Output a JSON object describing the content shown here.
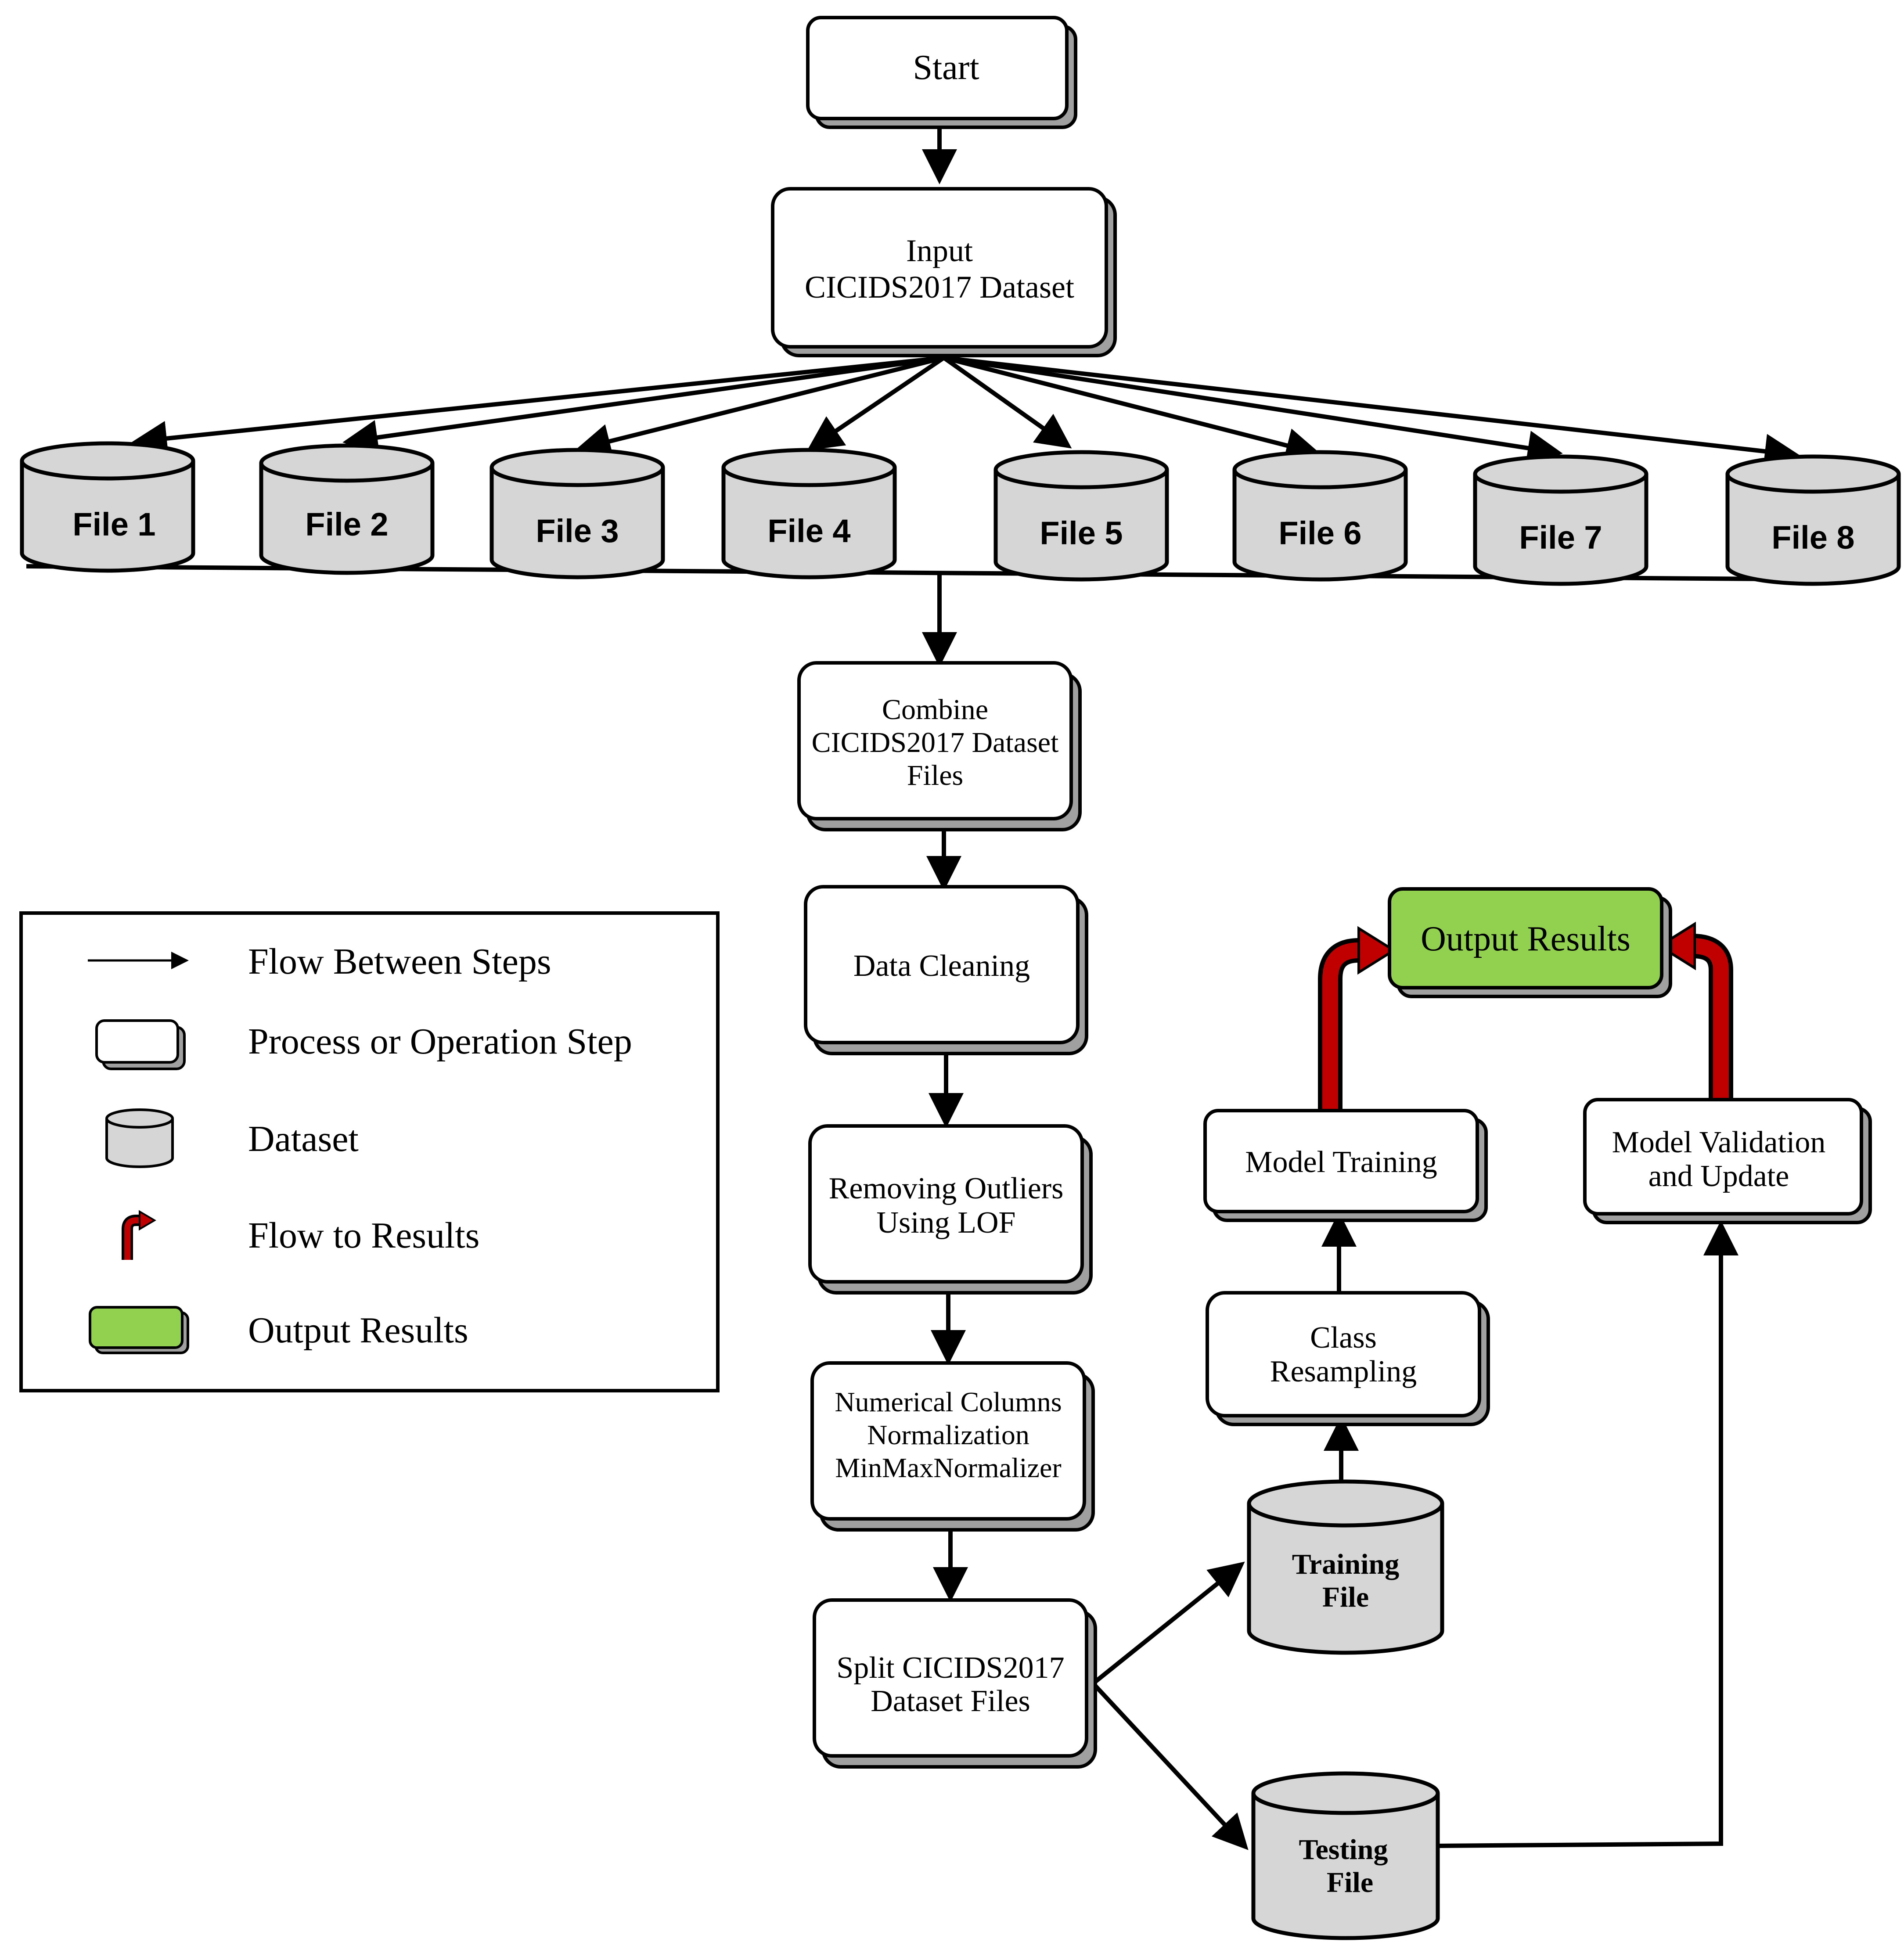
{
  "colors": {
    "box_fill": "#ffffff",
    "stroke": "#000000",
    "shadow": "#a0a0a0",
    "dataset_fill": "#d6d6d6",
    "output_fill": "#92d050",
    "result_arrow": "#c00000"
  },
  "steps": {
    "start": "Start",
    "input_l1": "Input",
    "input_l2": "CICIDS2017 Dataset",
    "combine_l1": "Combine",
    "combine_l2": "CICIDS2017 Dataset",
    "combine_l3": "Files",
    "cleaning": "Data Cleaning",
    "outliers_l1": "Removing Outliers",
    "outliers_l2": "Using LOF",
    "norm_l1": "Numerical Columns",
    "norm_l2": "Normalization",
    "norm_l3": "MinMaxNormalizer",
    "split_l1": "Split CICIDS2017",
    "split_l2": "Dataset Files",
    "resampling_l1": "Class",
    "resampling_l2": "Resampling",
    "training": "Model Training",
    "validation_l1": "Model Validation",
    "validation_l2": "and Update",
    "output": "Output Results"
  },
  "files": [
    "File 1",
    "File 2",
    "File 3",
    "File 4",
    "File 5",
    "File 6",
    "File 7",
    "File 8"
  ],
  "datasets": {
    "training_l1": "Training",
    "training_l2": "File",
    "testing_l1": "Testing",
    "testing_l2": "File"
  },
  "legend": {
    "flow": "Flow Between Steps",
    "process": "Process or Operation Step",
    "dataset": "Dataset",
    "flow_results": "Flow to Results",
    "output": "Output Results"
  },
  "icons": [
    "arrow-icon",
    "process-box-icon",
    "dataset-cylinder-icon",
    "result-arrow-icon",
    "output-box-icon"
  ]
}
